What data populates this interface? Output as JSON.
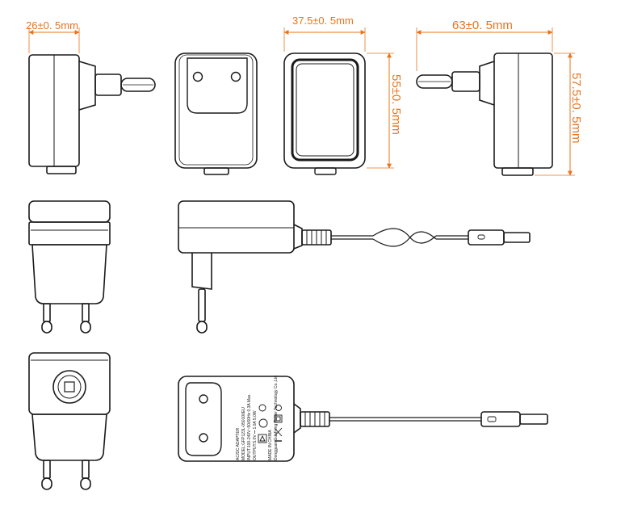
{
  "colors": {
    "dimension": "#e8741e",
    "outline": "#1a1a1a",
    "background": "#ffffff"
  },
  "dimensions": {
    "depth": "26±0. 5mm",
    "width": "37.5±0. 5mm",
    "height": "55±0. 5mm",
    "total_depth": "63±0. 5mm",
    "total_height": "57.5±0. 5mm"
  },
  "label": {
    "line1": "AC/DC ADAPTER",
    "line2": "MODEL:GFP123L-050100EU",
    "line3": "INPUT:100-240V~50/60Hz 0.3A Max.",
    "line4": "OUTPUT:5.0V ⎓ 1.0A  5.0W",
    "line5": "MADE IN CHINA",
    "line6": "Dongguan GuoFeng Power Technology Co.,Ltd"
  }
}
